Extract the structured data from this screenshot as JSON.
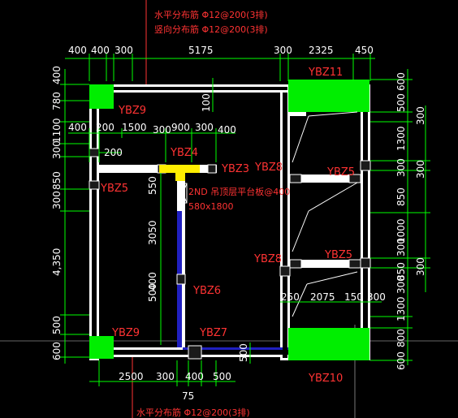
{
  "notes": {
    "top_line1": "水平分布筋 Φ12@200(3排)",
    "top_line2": "竖向分布筋 Φ12@200(3排)",
    "bottom_line1": "水平分布筋 Φ12@200(3排)",
    "platform_1": "2ND 吊顶层平台板@400",
    "platform_2": "580x1800"
  },
  "dims": {
    "top": [
      "400",
      "400",
      "300",
      "5175",
      "300",
      "2325",
      "450"
    ],
    "left_outer": [
      "400",
      "780",
      "1100",
      "300",
      "850",
      "300",
      "4,350",
      "500",
      "600"
    ],
    "left_inner": [
      "400",
      "200",
      "1500",
      "300",
      "900",
      "300",
      "400"
    ],
    "inner_200": "200",
    "v_550": "550",
    "v_100": "100",
    "v_3050": "3050",
    "v_400": "400",
    "v_500": "500",
    "right_outer": [
      "600",
      "500",
      "1300",
      "300",
      "850",
      "1000",
      "300",
      "850",
      "300",
      "1300",
      "800",
      "600"
    ],
    "right_inner": [
      "300",
      "300",
      "300"
    ],
    "bottom_mid": [
      "250",
      "2075",
      "150",
      "300"
    ],
    "bottom": [
      "2500",
      "300",
      "400",
      "500"
    ],
    "bottom_75": "75",
    "bottom_right_500": "500"
  },
  "labels": {
    "ybz11": "YBZ11",
    "ybz9_top": "YBZ9",
    "ybz4": "YBZ4",
    "ybz3": "YBZ3",
    "ybz8_top": "YBZ8",
    "ybz5_right_top": "YBZ5",
    "ybz5_left": "YBZ5",
    "ybz8_mid": "YBZ8",
    "ybz5_right_mid": "YBZ5",
    "ybz6": "YBZ6",
    "ybz9_bottom": "YBZ9",
    "ybz7": "YBZ7",
    "ybz10": "YBZ10"
  },
  "colors": {
    "background": "#000000",
    "dimension": "#00ff00",
    "label": "#ff3333",
    "column": "#00ff00",
    "highlight": "#ffee00",
    "wall": "#ffffff"
  }
}
